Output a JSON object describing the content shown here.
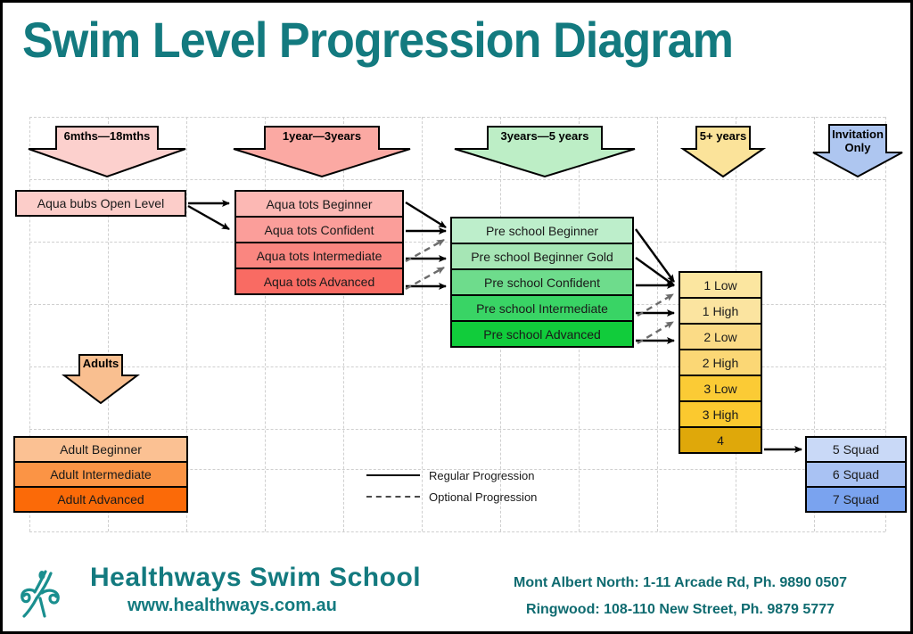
{
  "title": "Swim Level Progression Diagram",
  "banners": [
    {
      "label": "6mths—18mths",
      "color": "#fcd0cd",
      "name": "banner-6mths-18mths"
    },
    {
      "label": "1year—3years",
      "color": "#fba9a3",
      "name": "banner-1year-3years"
    },
    {
      "label": "3years—5 years",
      "color": "#bdeec6",
      "name": "banner-3years-5years"
    },
    {
      "label": "5+ years",
      "color": "#fbe39a",
      "name": "banner-5plus-years"
    },
    {
      "label": "Invitation Only",
      "color": "#aec6f0",
      "name": "banner-invitation-only"
    },
    {
      "label": "Adults",
      "color": "#f9bf90",
      "name": "banner-adults"
    }
  ],
  "aqua_bubs": {
    "label": "Aqua bubs Open Level",
    "color": "#fccdc9"
  },
  "aqua_tots": [
    {
      "label": "Aqua tots Beginner",
      "color": "#fcb8b4"
    },
    {
      "label": "Aqua tots Confident",
      "color": "#fb9e9a"
    },
    {
      "label": "Aqua tots Intermediate",
      "color": "#fa8680"
    },
    {
      "label": "Aqua tots Advanced",
      "color": "#f96b63"
    }
  ],
  "pre_school": [
    {
      "label": "Pre school Beginner",
      "color": "#bdeecb"
    },
    {
      "label": "Pre school Beginner Gold",
      "color": "#a6e6b5"
    },
    {
      "label": "Pre school Confident",
      "color": "#6edc8c"
    },
    {
      "label": "Pre school Intermediate",
      "color": "#39d465"
    },
    {
      "label": "Pre school Advanced",
      "color": "#11cc3b"
    }
  ],
  "levels": [
    {
      "label": "1 Low",
      "color": "#fbe6a0"
    },
    {
      "label": "1 High",
      "color": "#fbe4a0"
    },
    {
      "label": "2 Low",
      "color": "#fbdb86"
    },
    {
      "label": "2 High",
      "color": "#fbd775"
    },
    {
      "label": "3 Low",
      "color": "#fbcb35"
    },
    {
      "label": "3 High",
      "color": "#fbc92f"
    },
    {
      "label": "4",
      "color": "#dfa80a"
    }
  ],
  "squads": [
    {
      "label": "5 Squad",
      "color": "#c9d9f7"
    },
    {
      "label": "6 Squad",
      "color": "#a9c2f3"
    },
    {
      "label": "7 Squad",
      "color": "#7aa3ef"
    }
  ],
  "adults": [
    {
      "label": "Adult Beginner",
      "color": "#fbc193"
    },
    {
      "label": "Adult Intermediate",
      "color": "#fb9445"
    },
    {
      "label": "Adult Advanced",
      "color": "#fb6a08"
    }
  ],
  "legend": {
    "regular": "Regular Progression",
    "optional": "Optional Progression"
  },
  "footer": {
    "brand": "Healthways Swim School",
    "url": "www.healthways.com.au",
    "contact_line1": "Mont Albert North:  1-11 Arcade Rd,  Ph. 9890 0507",
    "contact_line2": "Ringwood:  108-110 New Street,  Ph. 9879 5777"
  },
  "colors": {
    "teal": "#137a7f",
    "border": "#000000",
    "grid": "#cfcfcf"
  }
}
